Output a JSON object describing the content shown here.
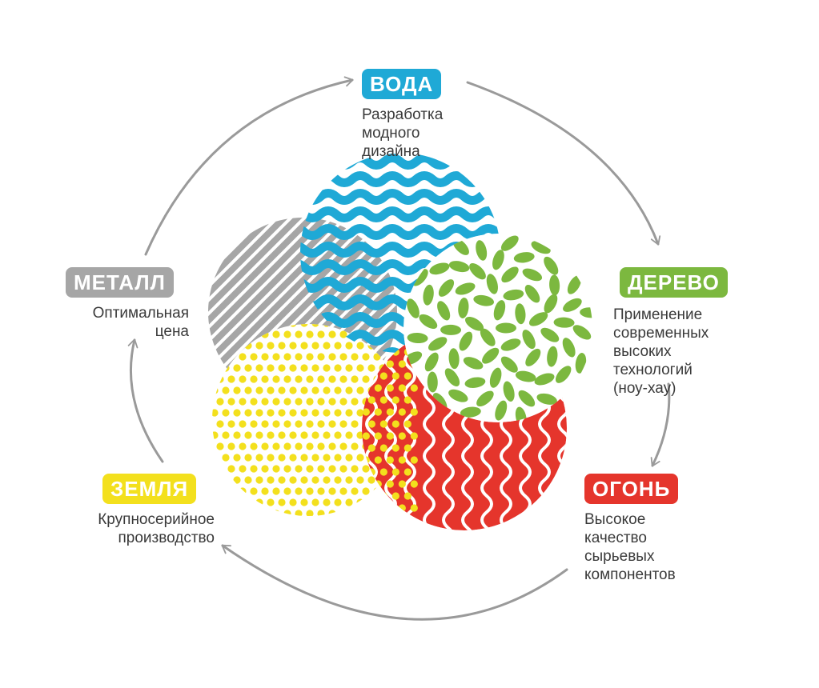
{
  "elements": [
    {
      "id": "voda",
      "name": "ВОДА",
      "description": "Разработка\nмодного дизайна",
      "color": "#1fa9d6"
    },
    {
      "id": "derevo",
      "name": "ДЕРЕВО",
      "description": "Применение\nсовременных\nвысоких технологий\n(ноу-хау)",
      "color": "#7cb83f"
    },
    {
      "id": "ogon",
      "name": "ОГОНЬ",
      "description": "Высокое качество\nсырьевых\nкомпонентов",
      "color": "#e5352c"
    },
    {
      "id": "zemlya",
      "name": "ЗЕМЛЯ",
      "description": "Крупносерийное\nпроизводство",
      "color": "#f3e01d"
    },
    {
      "id": "metall",
      "name": "МЕТАЛЛ",
      "description": "Оптимальная\nцена",
      "color": "#a6a6a6"
    }
  ]
}
